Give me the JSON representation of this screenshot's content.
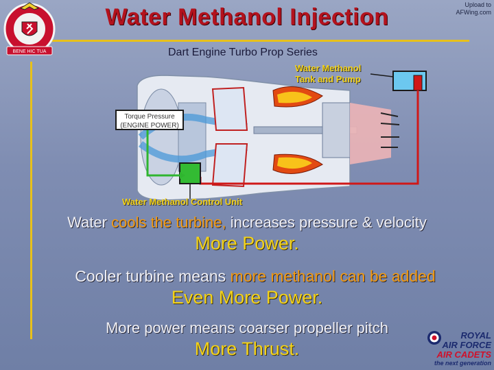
{
  "upload_note": [
    "Upload to",
    "AFWing.com"
  ],
  "title": "Water Methanol Injection",
  "subtitle": "Dart Engine Turbo Prop Series",
  "diagram": {
    "tank_label": [
      "Water Methanol",
      "Tank and Pump"
    ],
    "torque_label": [
      "Torque Pressure",
      "(ENGINE POWER)"
    ],
    "control_unit_label": "Water Methanol Control Unit",
    "colors": {
      "feed_line": "#d01818",
      "signal_line": "#2fb52f",
      "tank": "#6cc8ef",
      "pump": "#d01818",
      "control_unit": "#33bb33"
    }
  },
  "statements": [
    {
      "pre": "Water ",
      "highlight": "cools the turbine,",
      "post": " increases pressure & velocity",
      "result": "More Power."
    },
    {
      "pre": "Cooler turbine means ",
      "highlight": "more methanol can be added",
      "post": "",
      "result": "Even More Power."
    },
    {
      "pre": "More power means coarser propeller pitch",
      "highlight": "",
      "post": "",
      "result": "More Thrust."
    }
  ],
  "crest": {
    "motto": "BENE HIC TUA"
  },
  "logo": {
    "line1": "ROYAL",
    "line2": "AIR FORCE",
    "line3": "AIR CADETS",
    "line4": "the next generation"
  }
}
